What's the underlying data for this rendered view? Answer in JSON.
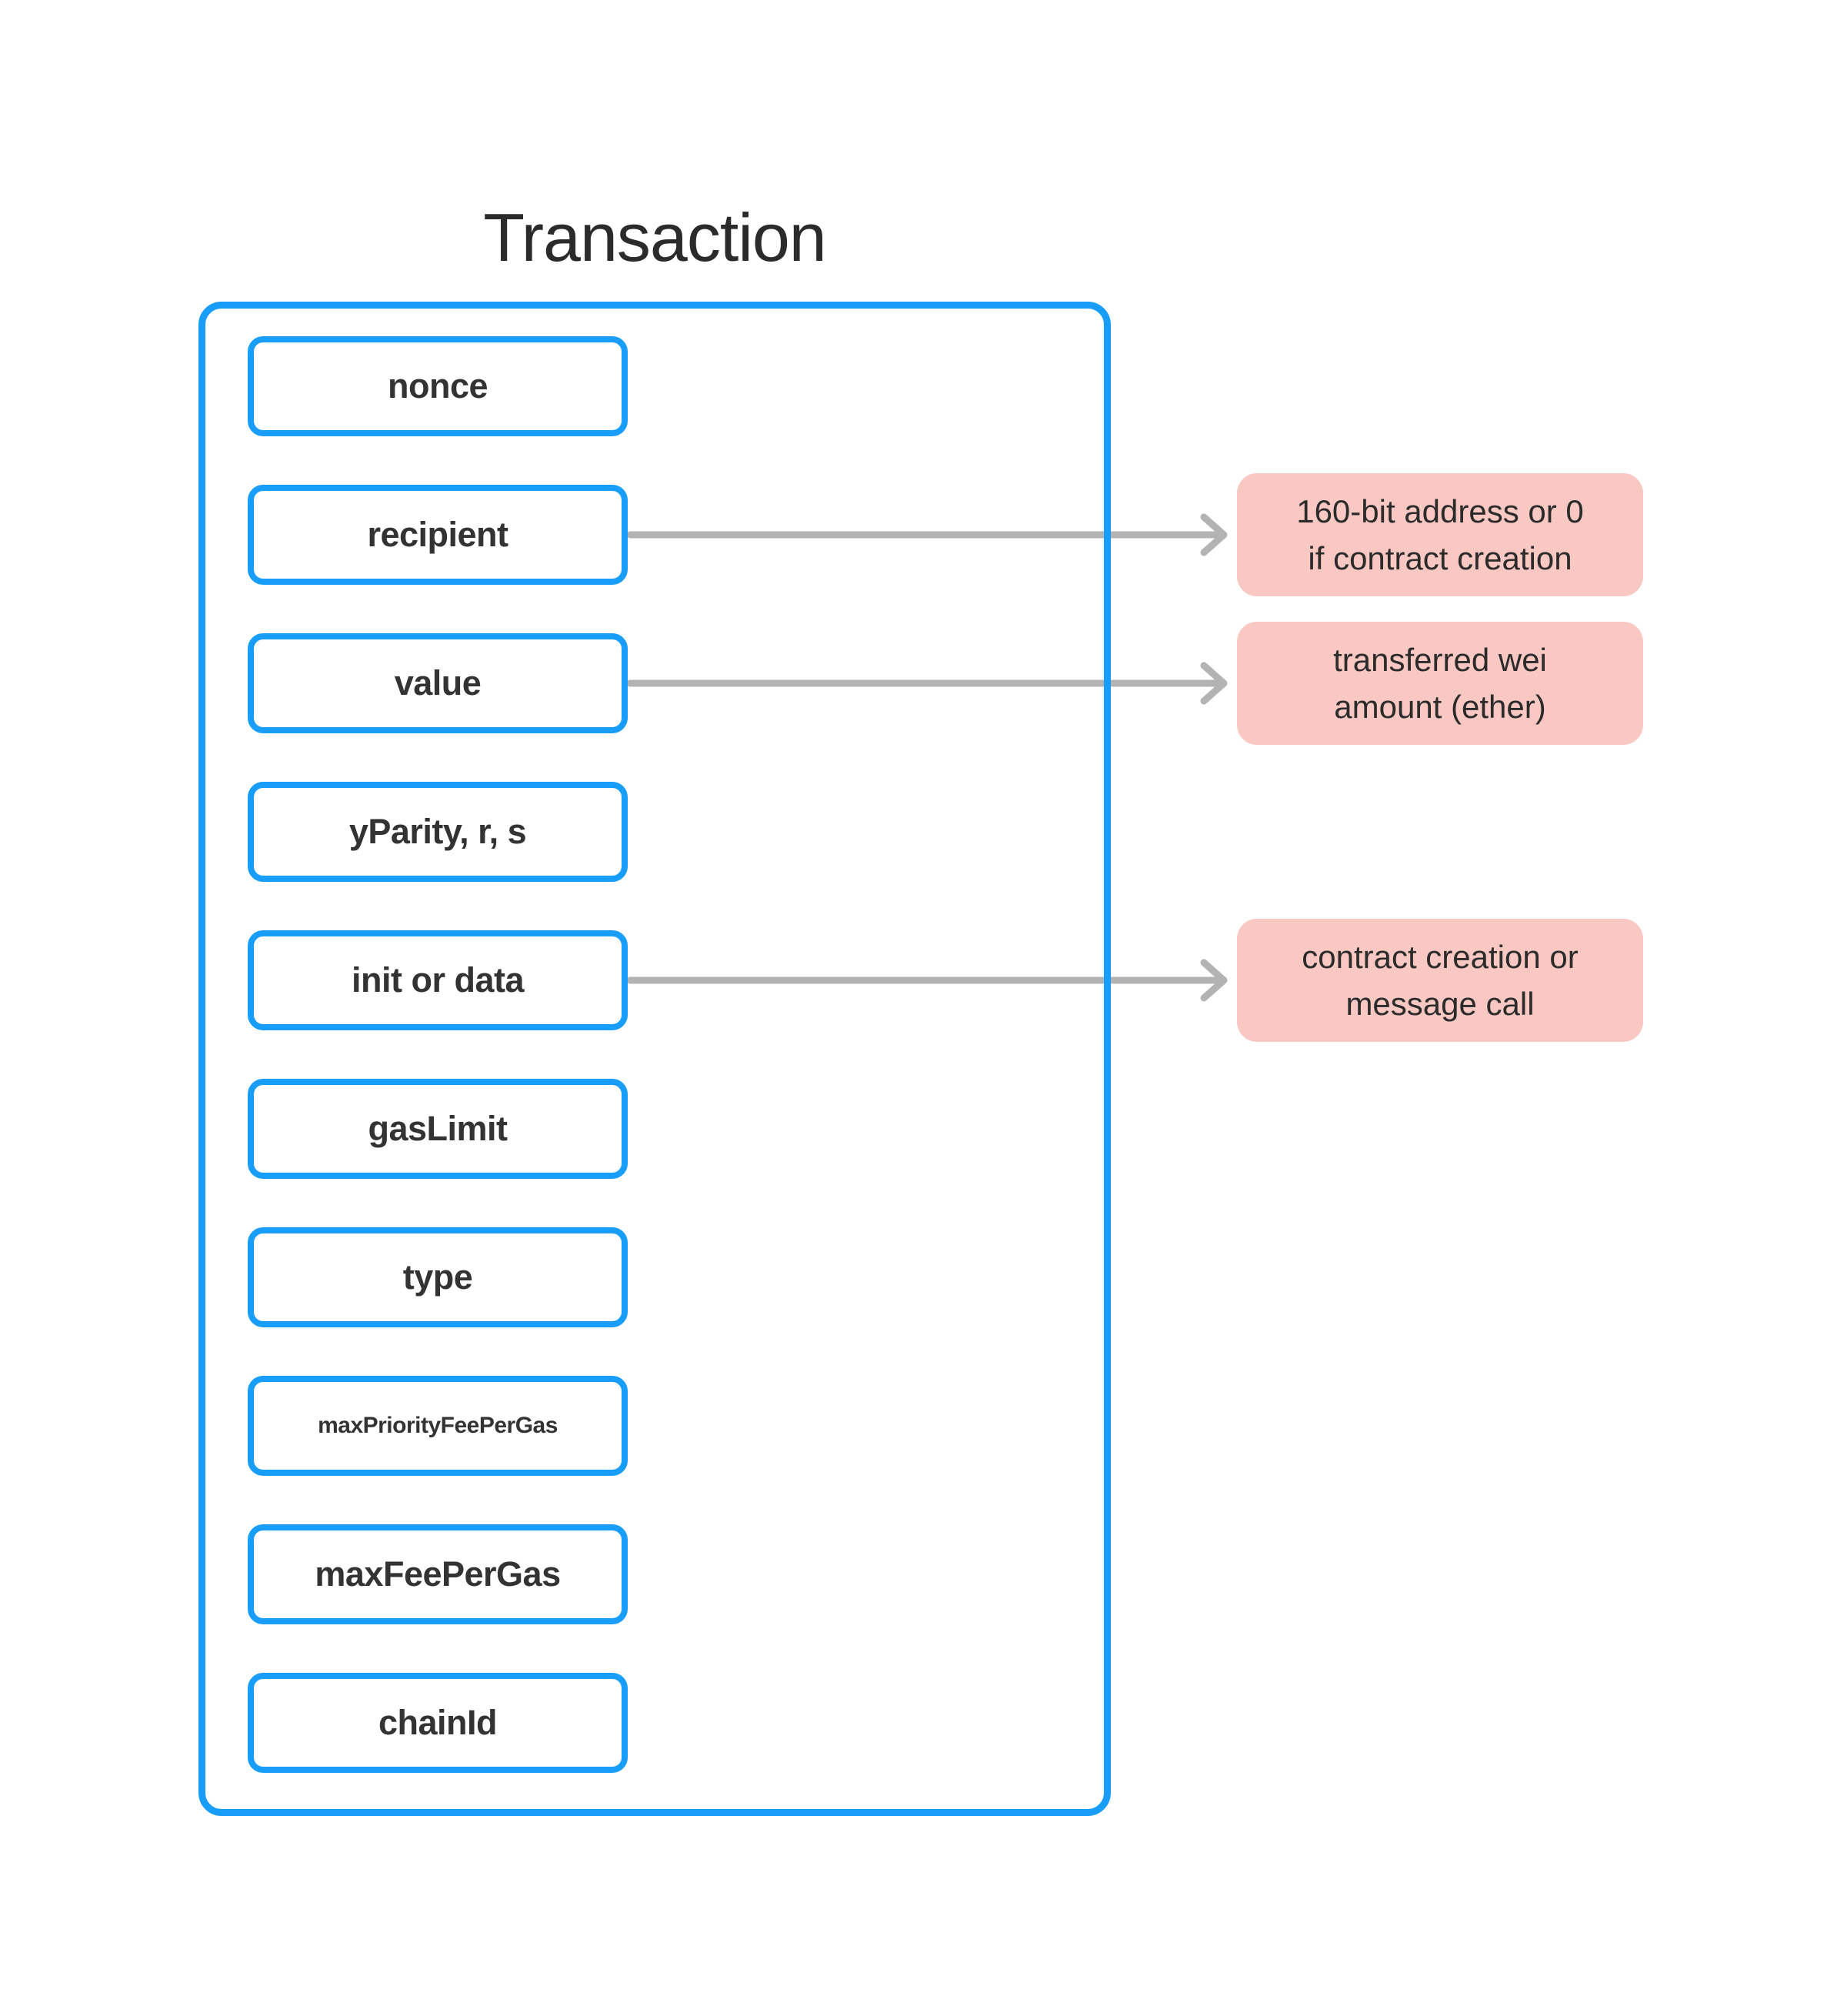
{
  "title": "Transaction",
  "fields": [
    {
      "label": "nonce"
    },
    {
      "label": "recipient"
    },
    {
      "label": "value"
    },
    {
      "label": "yParity, r, s"
    },
    {
      "label": "init or data"
    },
    {
      "label": "gasLimit"
    },
    {
      "label": "type"
    },
    {
      "label": "maxPriorityFeePerGas"
    },
    {
      "label": "maxFeePerGas"
    },
    {
      "label": "chainId"
    }
  ],
  "annotations": [
    {
      "line1": "160-bit address or 0",
      "line2": "if contract creation",
      "connects_to": "recipient"
    },
    {
      "line1": "transferred wei",
      "line2": "amount (ether)",
      "connects_to": "value"
    },
    {
      "line1": "contract creation or",
      "line2": "message call",
      "connects_to": "init or data"
    }
  ],
  "colors": {
    "box_border_blue": "#189dfa",
    "annotation_pink": "#f9c8c3",
    "arrow_gray": "#b3b3b3",
    "text_dark": "#2b2b2b"
  }
}
